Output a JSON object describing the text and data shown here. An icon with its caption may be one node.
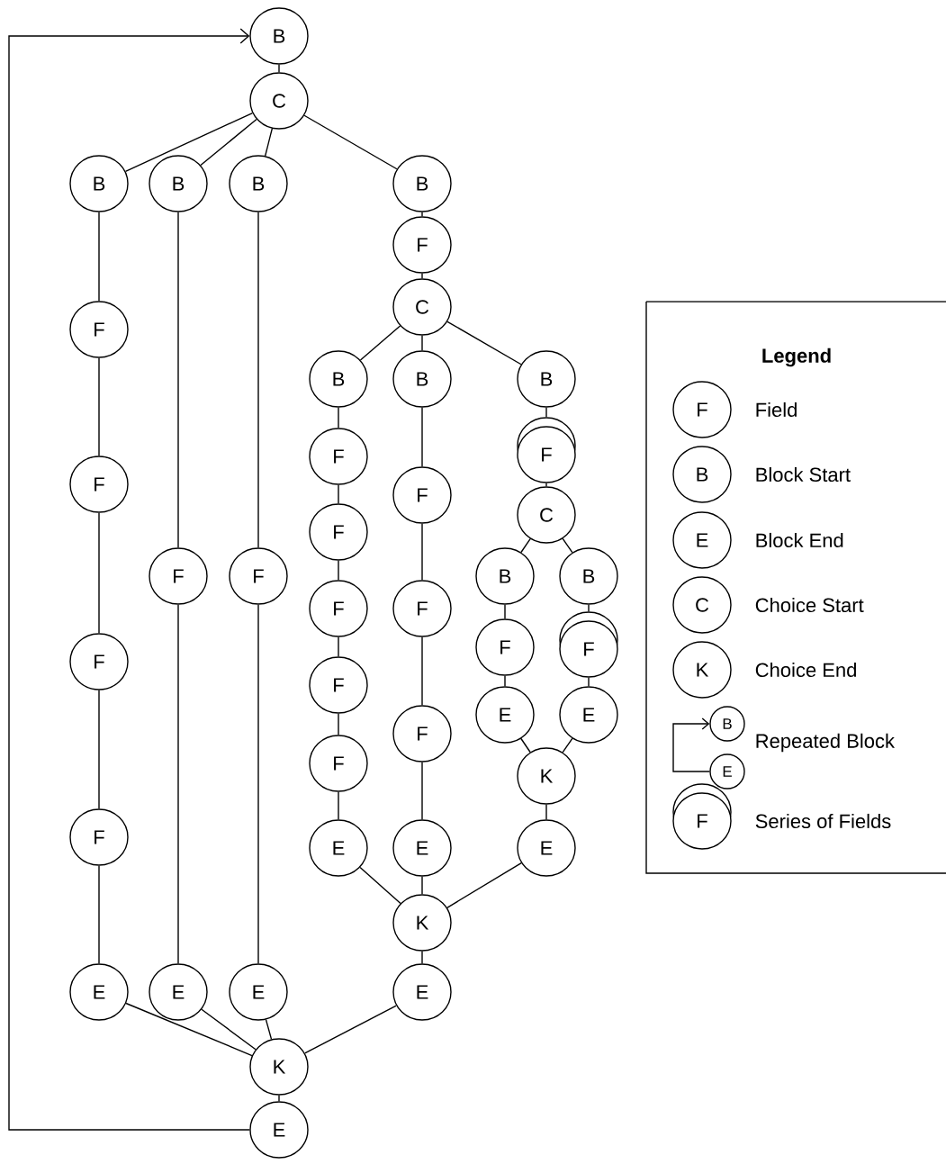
{
  "diagram": {
    "nodes": [
      {
        "text": [
          "B"
        ]
      },
      {
        "text": [
          "C"
        ]
      },
      {
        "text": [
          "B"
        ]
      },
      {
        "text": [
          "B"
        ]
      },
      {
        "text": [
          "B"
        ]
      },
      {
        "text": [
          "B"
        ]
      },
      {
        "text": [
          "F"
        ]
      },
      {
        "text": [
          "C"
        ]
      },
      {
        "text": [
          "F"
        ]
      },
      {
        "text": [
          "B"
        ]
      },
      {
        "text": [
          "B"
        ]
      },
      {
        "text": [
          "B"
        ]
      },
      {
        "text": [
          "F"
        ]
      },
      {
        "text": [
          "F"
        ]
      },
      {
        "text": [
          "F"
        ]
      },
      {
        "text": [
          "F"
        ]
      },
      {
        "text": [
          "C"
        ]
      },
      {
        "text": [
          "F"
        ]
      },
      {
        "text": [
          "F"
        ]
      },
      {
        "text": [
          "F"
        ]
      },
      {
        "text": [
          "B"
        ]
      },
      {
        "text": [
          "B"
        ]
      },
      {
        "text": [
          "F"
        ]
      },
      {
        "text": [
          "F"
        ]
      },
      {
        "text": [
          "F"
        ]
      },
      {
        "text": [
          "F"
        ]
      },
      {
        "text": [
          "F"
        ]
      },
      {
        "text": [
          "F"
        ]
      },
      {
        "text": [
          "E"
        ]
      },
      {
        "text": [
          "E"
        ]
      },
      {
        "text": [
          "F"
        ]
      },
      {
        "text": [
          "F"
        ]
      },
      {
        "text": [
          "K"
        ]
      },
      {
        "text": [
          "F"
        ]
      },
      {
        "text": [
          "E"
        ]
      },
      {
        "text": [
          "E"
        ]
      },
      {
        "text": [
          "E"
        ]
      },
      {
        "text": [
          "K"
        ]
      },
      {
        "text": [
          "E"
        ]
      },
      {
        "text": [
          "E"
        ]
      },
      {
        "text": [
          "E"
        ]
      },
      {
        "text": [
          "E"
        ]
      },
      {
        "text": [
          "K"
        ]
      },
      {
        "text": [
          "E"
        ]
      }
    ],
    "edges": [
      {
        "from": 0,
        "to": 1,
        "arrow": "none"
      },
      {
        "from": 1,
        "to": 2,
        "arrow": "none"
      },
      {
        "from": 1,
        "to": 3,
        "arrow": "none"
      },
      {
        "from": 1,
        "to": 4,
        "arrow": "none"
      },
      {
        "from": 1,
        "to": 5,
        "arrow": "none"
      },
      {
        "from": 2,
        "to": 8,
        "arrow": "none"
      },
      {
        "from": 8,
        "to": 14,
        "arrow": "none"
      },
      {
        "from": 14,
        "to": 26,
        "arrow": "none"
      },
      {
        "from": 26,
        "to": 33,
        "arrow": "none"
      },
      {
        "from": 33,
        "to": 38,
        "arrow": "none"
      },
      {
        "from": 3,
        "to": 18,
        "arrow": "none"
      },
      {
        "from": 18,
        "to": 39,
        "arrow": "none"
      },
      {
        "from": 4,
        "to": 19,
        "arrow": "none"
      },
      {
        "from": 19,
        "to": 40,
        "arrow": "none"
      },
      {
        "from": 5,
        "to": 6,
        "arrow": "none"
      },
      {
        "from": 6,
        "to": 7,
        "arrow": "none"
      },
      {
        "from": 7,
        "to": 9,
        "arrow": "none"
      },
      {
        "from": 7,
        "to": 10,
        "arrow": "none"
      },
      {
        "from": 7,
        "to": 11,
        "arrow": "none"
      },
      {
        "from": 9,
        "to": 13,
        "arrow": "none"
      },
      {
        "from": 13,
        "to": 17,
        "arrow": "none"
      },
      {
        "from": 17,
        "to": 22,
        "arrow": "none"
      },
      {
        "from": 22,
        "to": 27,
        "arrow": "none"
      },
      {
        "from": 27,
        "to": 31,
        "arrow": "none"
      },
      {
        "from": 31,
        "to": 34,
        "arrow": "none"
      },
      {
        "from": 10,
        "to": 15,
        "arrow": "none"
      },
      {
        "from": 15,
        "to": 23,
        "arrow": "none"
      },
      {
        "from": 23,
        "to": 30,
        "arrow": "none"
      },
      {
        "from": 30,
        "to": 35,
        "arrow": "none"
      },
      {
        "from": 11,
        "to": 12,
        "arrow": "none"
      },
      {
        "from": 12,
        "to": 16,
        "arrow": "none"
      },
      {
        "from": 16,
        "to": 20,
        "arrow": "none"
      },
      {
        "from": 16,
        "to": 21,
        "arrow": "none"
      },
      {
        "from": 20,
        "to": 24,
        "arrow": "none"
      },
      {
        "from": 24,
        "to": 28,
        "arrow": "none"
      },
      {
        "from": 21,
        "to": 25,
        "arrow": "none"
      },
      {
        "from": 25,
        "to": 29,
        "arrow": "none"
      },
      {
        "from": 28,
        "to": 32,
        "arrow": "none"
      },
      {
        "from": 29,
        "to": 32,
        "arrow": "none"
      },
      {
        "from": 32,
        "to": 36,
        "arrow": "none"
      },
      {
        "from": 34,
        "to": 37,
        "arrow": "none"
      },
      {
        "from": 35,
        "to": 37,
        "arrow": "none"
      },
      {
        "from": 36,
        "to": 37,
        "arrow": "none"
      },
      {
        "from": 37,
        "to": 41,
        "arrow": "none"
      },
      {
        "from": 38,
        "to": 42,
        "arrow": "none"
      },
      {
        "from": 39,
        "to": 42,
        "arrow": "none"
      },
      {
        "from": 40,
        "to": 42,
        "arrow": "none"
      },
      {
        "from": 41,
        "to": 42,
        "arrow": "none"
      },
      {
        "from": 42,
        "to": 43,
        "arrow": "none"
      },
      {
        "from": 43,
        "to": 0,
        "arrow": "to"
      }
    ],
    "labels": [
      "Legend",
      "F",
      "B",
      "E",
      "C",
      "K",
      "B",
      "E",
      "F"
    ],
    "legend": [
      {
        "text": "Field"
      },
      {
        "text": "Block Start"
      },
      {
        "text": "Block End"
      },
      {
        "text": "Choice Start"
      },
      {
        "text": "Choice End"
      },
      {
        "text": "Repeated Block"
      },
      {
        "text": "Series of Fields"
      }
    ]
  }
}
